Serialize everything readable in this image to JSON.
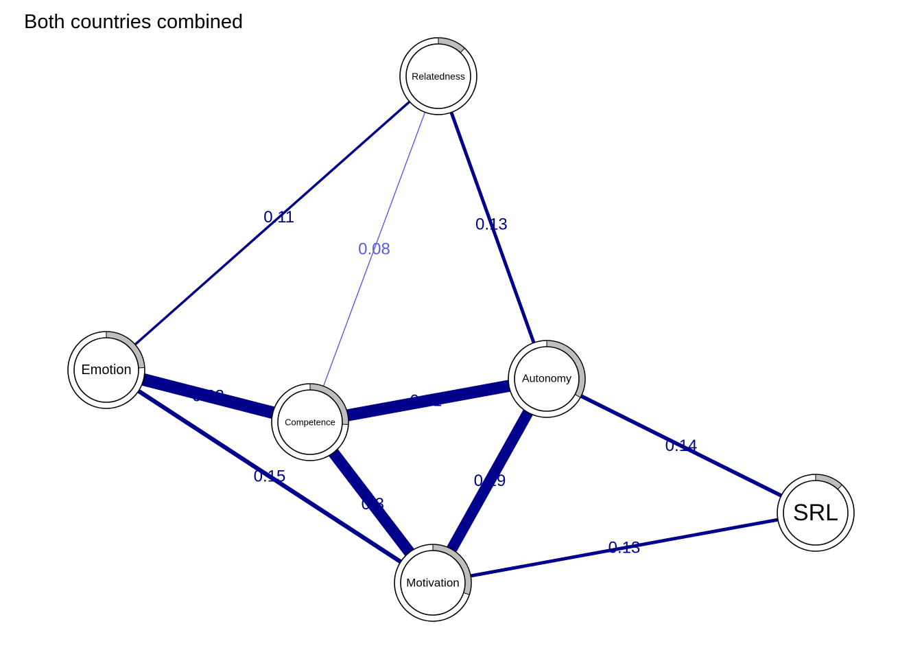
{
  "title": "Both countries combined",
  "colors": {
    "edge_strong": "#00008B",
    "edge_weak": "#5B5BDF",
    "ring_fill": "#BEBEBE",
    "node_outline": "#000000",
    "background": "#FFFFFF"
  },
  "nodes": [
    {
      "id": "relatedness",
      "label": "Relatedness",
      "pie": 0.12
    },
    {
      "id": "emotion",
      "label": "Emotion",
      "pie": 0.24
    },
    {
      "id": "competence",
      "label": "Competence",
      "pie": 0.26
    },
    {
      "id": "autonomy",
      "label": "Autonomy",
      "pie": 0.33
    },
    {
      "id": "motivation",
      "label": "Motivation",
      "pie": 0.3
    },
    {
      "id": "srl",
      "label": "SRL",
      "pie": 0.12
    }
  ],
  "edges": [
    {
      "from": "relatedness",
      "to": "emotion",
      "weight": 0.11,
      "label": "0.11"
    },
    {
      "from": "relatedness",
      "to": "competence",
      "weight": 0.08,
      "label": "0.08"
    },
    {
      "from": "relatedness",
      "to": "autonomy",
      "weight": 0.13,
      "label": "0.13"
    },
    {
      "from": "emotion",
      "to": "competence",
      "weight": 0.32,
      "label": "0.32"
    },
    {
      "from": "competence",
      "to": "autonomy",
      "weight": 0.31,
      "label": "0.31"
    },
    {
      "from": "emotion",
      "to": "motivation",
      "weight": 0.15,
      "label": "0.15"
    },
    {
      "from": "competence",
      "to": "motivation",
      "weight": 0.3,
      "label": "0.3"
    },
    {
      "from": "autonomy",
      "to": "motivation",
      "weight": 0.29,
      "label": "0.29"
    },
    {
      "from": "autonomy",
      "to": "srl",
      "weight": 0.14,
      "label": "0.14"
    },
    {
      "from": "motivation",
      "to": "srl",
      "weight": 0.13,
      "label": "0.13"
    }
  ]
}
